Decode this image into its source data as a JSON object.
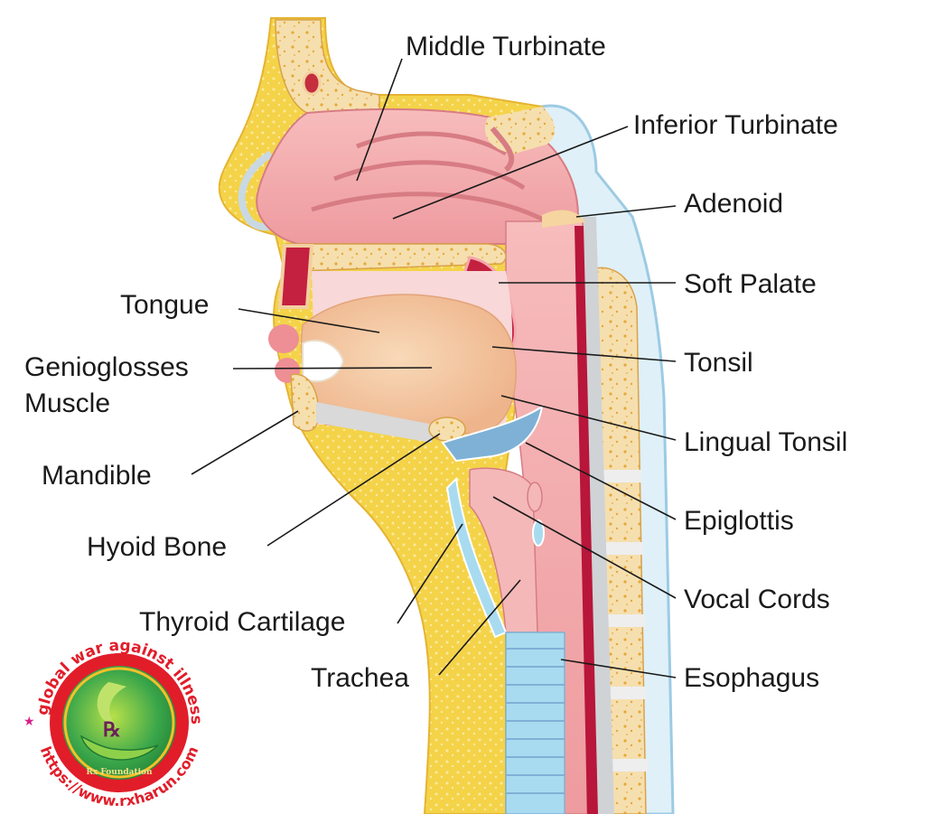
{
  "colors": {
    "skin": "#f2cf3c",
    "skin_light": "#fbe9a0",
    "bone": "#f6dfae",
    "bone_spot": "#e5a93a",
    "mucosa": "#f1a6a6",
    "mucosa_light": "#f9cccc",
    "mucosa_dark": "#d77c83",
    "tongue": "#f3c49c",
    "cartilage": "#a8dbef",
    "blood": "#b8163a",
    "disc": "#eeeeee",
    "outline": "#9ccbe4",
    "label": "#1a1a1a",
    "logo_red": "#e11d2a",
    "logo_green": "#3aa64a",
    "logo_gold": "#f3c12a"
  },
  "labels": {
    "middle_turbinate": "Middle Turbinate",
    "inferior_turbinate": "Inferior Turbinate",
    "adenoid": "Adenoid",
    "soft_palate": "Soft Palate",
    "tongue": "Tongue",
    "tonsil": "Tonsil",
    "genioglosses_line1": "Genioglosses",
    "genioglosses_line2": "Muscle",
    "lingual_tonsil": "Lingual Tonsil",
    "mandible": "Mandible",
    "epiglottis": "Epiglottis",
    "hyoid_bone": "Hyoid Bone",
    "vocal_cords": "Vocal Cords",
    "thyroid_cartilage": "Thyroid Cartilage",
    "trachea": "Trachea",
    "esophagus": "Esophagus"
  },
  "logo": {
    "slogan": "a global war against illness!",
    "url": "https://www.rxharun.com",
    "org": "Rx Foundation",
    "icons": [
      "star-icon",
      "caring-hands-icon",
      "rx-symbol-icon"
    ]
  }
}
